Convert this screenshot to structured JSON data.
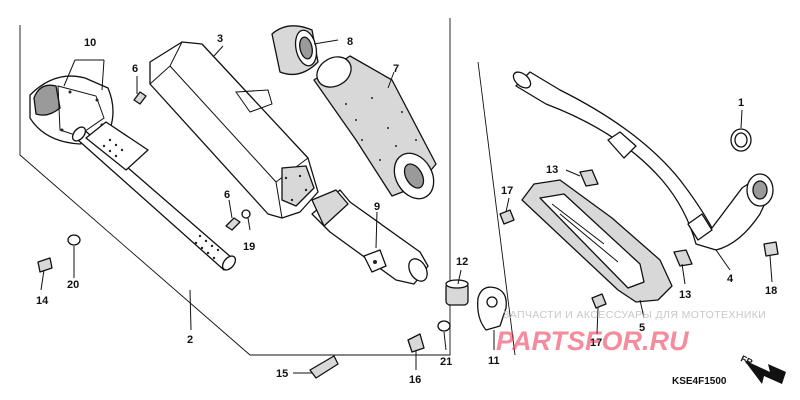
{
  "callouts": [
    {
      "id": "c1",
      "label": "1"
    },
    {
      "id": "c2",
      "label": "2"
    },
    {
      "id": "c3",
      "label": "3"
    },
    {
      "id": "c4",
      "label": "4"
    },
    {
      "id": "c5",
      "label": "5"
    },
    {
      "id": "c6a",
      "label": "6"
    },
    {
      "id": "c6b",
      "label": "6"
    },
    {
      "id": "c7",
      "label": "7"
    },
    {
      "id": "c8",
      "label": "8"
    },
    {
      "id": "c9",
      "label": "9"
    },
    {
      "id": "c10",
      "label": "10"
    },
    {
      "id": "c11",
      "label": "11"
    },
    {
      "id": "c12",
      "label": "12"
    },
    {
      "id": "c13a",
      "label": "13"
    },
    {
      "id": "c13b",
      "label": "13"
    },
    {
      "id": "c14",
      "label": "14"
    },
    {
      "id": "c15",
      "label": "15"
    },
    {
      "id": "c16",
      "label": "16"
    },
    {
      "id": "c17a",
      "label": "17"
    },
    {
      "id": "c17b",
      "label": "17"
    },
    {
      "id": "c18",
      "label": "18"
    },
    {
      "id": "c19",
      "label": "19"
    },
    {
      "id": "c20",
      "label": "20"
    },
    {
      "id": "c21",
      "label": "21"
    }
  ],
  "diagram_code": "KSE4F1500",
  "direction_label": "FR.",
  "watermark": {
    "tagline": "ЗАПЧАСТИ И АКСЕССУАРЫ ДЛЯ МОТОТЕХНИКИ",
    "logo": "PARTSFOR.RU"
  }
}
